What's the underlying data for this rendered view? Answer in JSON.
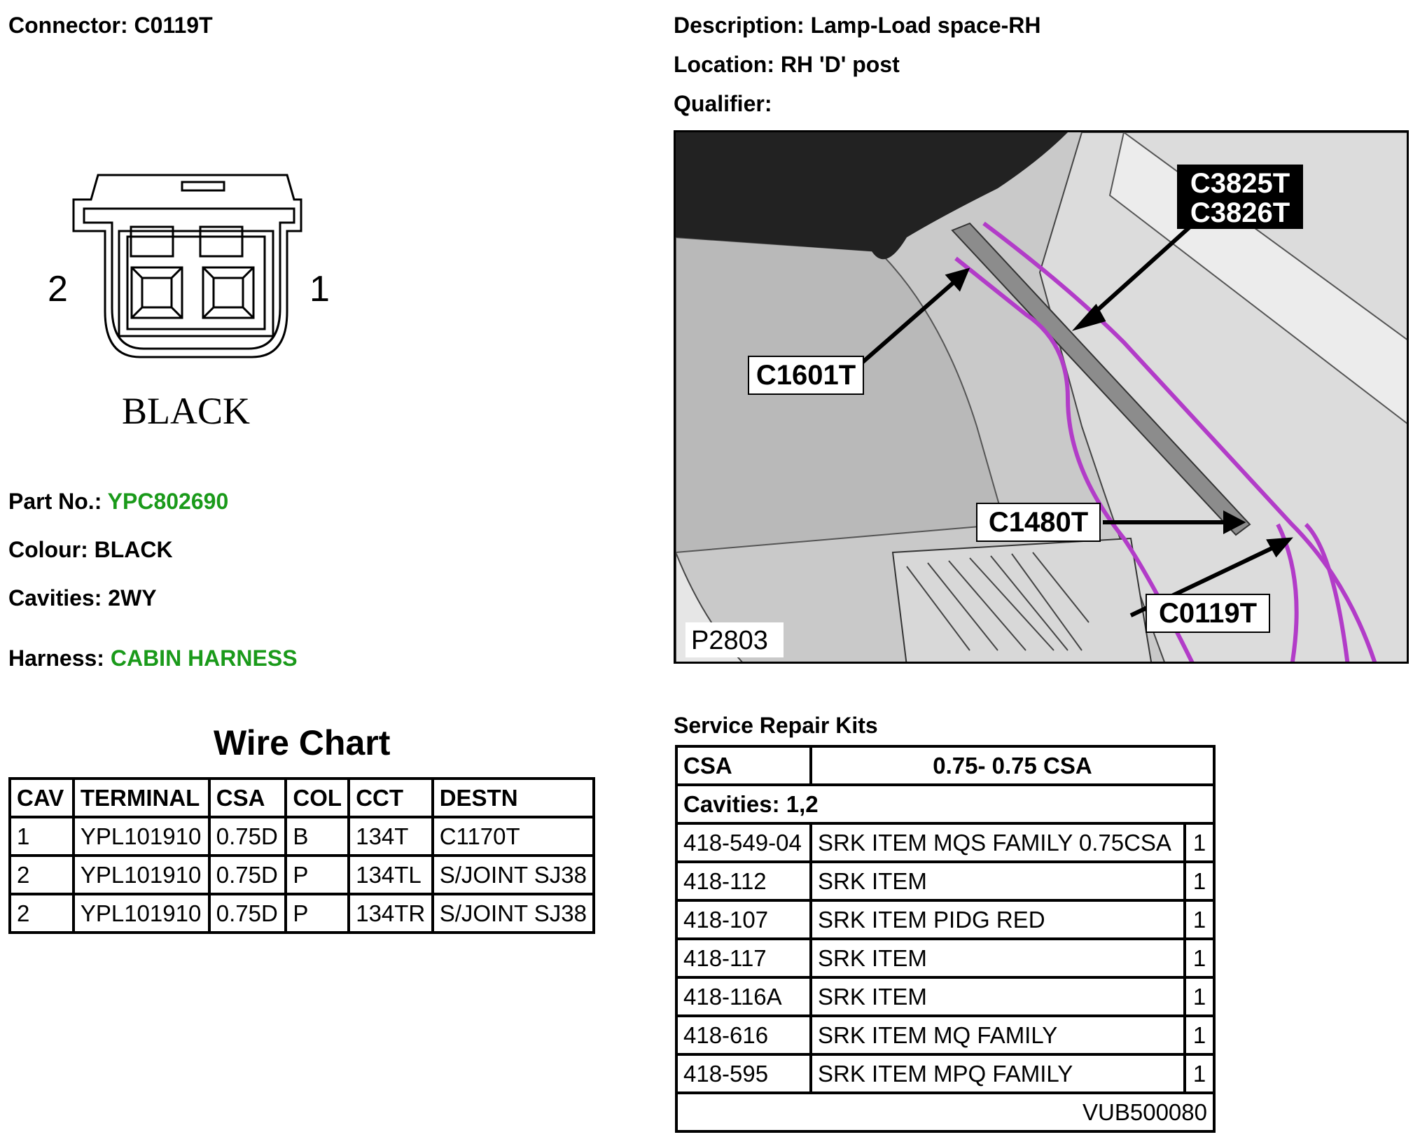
{
  "header": {
    "connector_label": "Connector:",
    "connector_value": "C0119T",
    "description_label": "Description:",
    "description_value": "Lamp-Load space-RH",
    "location_label": "Location:",
    "location_value": "RH 'D' post",
    "qualifier_label": "Qualifier:",
    "qualifier_value": ""
  },
  "connector_diagram": {
    "pin_left": "2",
    "pin_right": "1",
    "colour_caption": "BLACK"
  },
  "info": {
    "part_label": "Part No.:",
    "part_value": "YPC802690",
    "colour_label": "Colour:",
    "colour_value": "BLACK",
    "cavities_label": "Cavities:",
    "cavities_value": "2WY",
    "harness_label": "Harness:",
    "harness_value": "CABIN HARNESS"
  },
  "wire_chart": {
    "title": "Wire Chart",
    "headers": [
      "CAV",
      "TERMINAL",
      "CSA",
      "COL",
      "CCT",
      "DESTN"
    ],
    "rows": [
      [
        "1",
        "YPL101910",
        "0.75D",
        "B",
        "134T",
        "C1170T"
      ],
      [
        "2",
        "YPL101910",
        "0.75D",
        "P",
        "134TL",
        "S/JOINT SJ38"
      ],
      [
        "2",
        "YPL101910",
        "0.75D",
        "P",
        "134TR",
        "S/JOINT SJ38"
      ]
    ]
  },
  "photo": {
    "callouts": {
      "c3825": "C3825T",
      "c3826": "C3826T",
      "c1601": "C1601T",
      "c1480": "C1480T",
      "c0119": "C0119T"
    },
    "figure_id": "P2803"
  },
  "srk": {
    "title": "Service Repair Kits",
    "csa_label": "CSA",
    "csa_value": "0.75- 0.75 CSA",
    "cavities": "Cavities: 1,2",
    "rows": [
      [
        "418-549-04",
        "SRK ITEM MQS FAMILY 0.75CSA",
        "1"
      ],
      [
        "418-112",
        "SRK ITEM",
        "1"
      ],
      [
        "418-107",
        "SRK ITEM PIDG RED",
        "1"
      ],
      [
        "418-117",
        "SRK ITEM",
        "1"
      ],
      [
        "418-116A",
        "SRK ITEM",
        "1"
      ],
      [
        "418-616",
        "SRK ITEM MQ FAMILY",
        "1"
      ],
      [
        "418-595",
        "SRK ITEM MPQ FAMILY",
        "1"
      ]
    ],
    "footer": "VUB500080"
  },
  "colors": {
    "green": "#1a9a1a",
    "harness": "#b23cc8"
  }
}
